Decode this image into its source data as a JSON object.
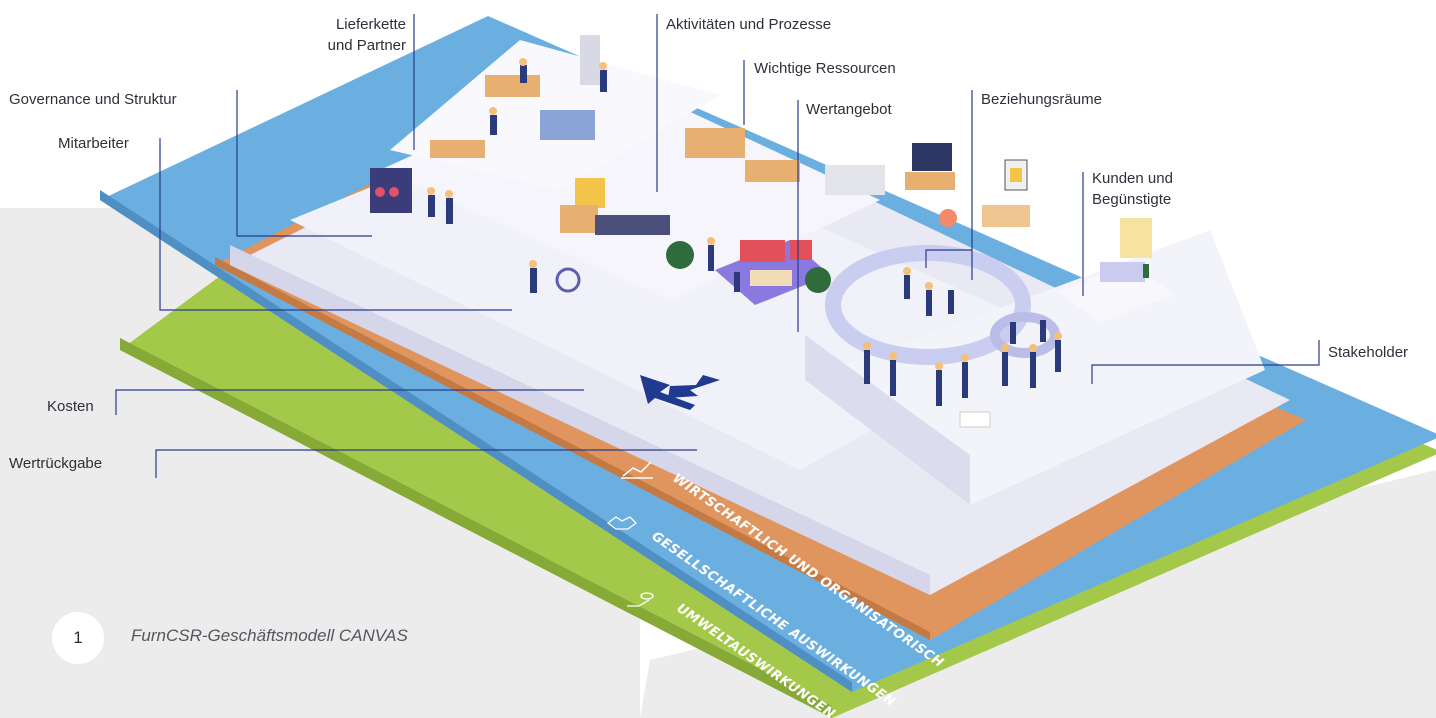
{
  "labels": {
    "lieferkette": [
      "Lieferkette",
      "und Partner"
    ],
    "aktivitaeten": "Aktivitäten und Prozesse",
    "ressourcen": "Wichtige Ressourcen",
    "governance": "Governance und Struktur",
    "wertangebot": "Wertangebot",
    "beziehungsraeume": "Beziehungsräume",
    "mitarbeiter": "Mitarbeiter",
    "kunden": [
      "Kunden und",
      "Begünstigte"
    ],
    "stakeholder": "Stakeholder",
    "kosten": "Kosten",
    "wertrueckgabe": "Wertrückgabe"
  },
  "layers": {
    "economic": "WIRTSCHAFTLICH UND ORGANISATORISCH",
    "social": "GESELLSCHAFTLICHE AUSWIRKUNGEN",
    "environmental": "UMWELTAUSWIRKUNGEN"
  },
  "layer_icons": [
    "chart-icon",
    "handshake-icon",
    "hand-leaf-icon"
  ],
  "colors": {
    "green": "#a4c94a",
    "blue": "#6aafe0",
    "orange": "#e0955f",
    "platform": "#eeeef8",
    "leader": "#2b3a8c"
  },
  "caption": {
    "number": "1",
    "text": "FurnCSR-Geschäftsmodell CANVAS"
  }
}
